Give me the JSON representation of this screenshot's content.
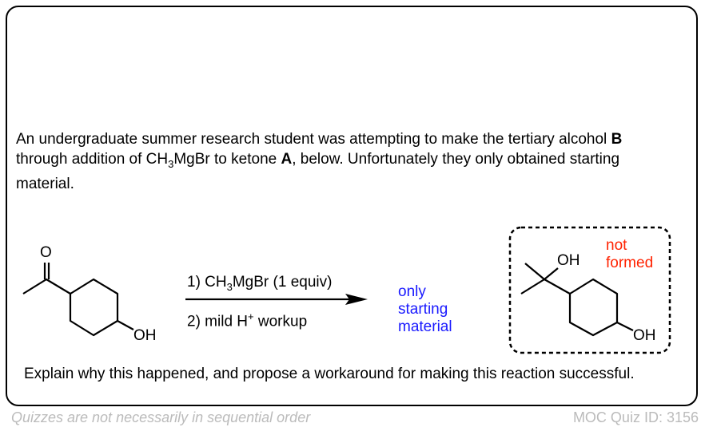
{
  "question": {
    "part1": "An undergraduate summer research student was attempting to make the tertiary alcohol ",
    "bold_b": "B",
    "part2": " through addition of CH",
    "sub3": "3",
    "part3": "MgBr to ketone ",
    "bold_a": "A",
    "part4": ", below. Unfortunately they only obtained starting material."
  },
  "reaction": {
    "ketone_o": "O",
    "ketone_oh": "OH",
    "step1_pre": "1) CH",
    "step1_sub": "3",
    "step1_post": "MgBr  (1 equiv)",
    "step2_pre": "2) mild H",
    "step2_sup": "+",
    "step2_post": " workup",
    "result_lines": [
      "only",
      "starting",
      "material"
    ],
    "product_oh1": "OH",
    "product_oh2": "OH",
    "not_formed_lines": [
      "not",
      "formed"
    ],
    "result_color": "#1a1aff",
    "not_formed_color": "#ff2200"
  },
  "instruction": "Explain why this happened, and propose a workaround for making this reaction successful.",
  "footer": {
    "left": "Quizzes are not necessarily in sequential order",
    "right": "MOC Quiz ID: 3156"
  }
}
